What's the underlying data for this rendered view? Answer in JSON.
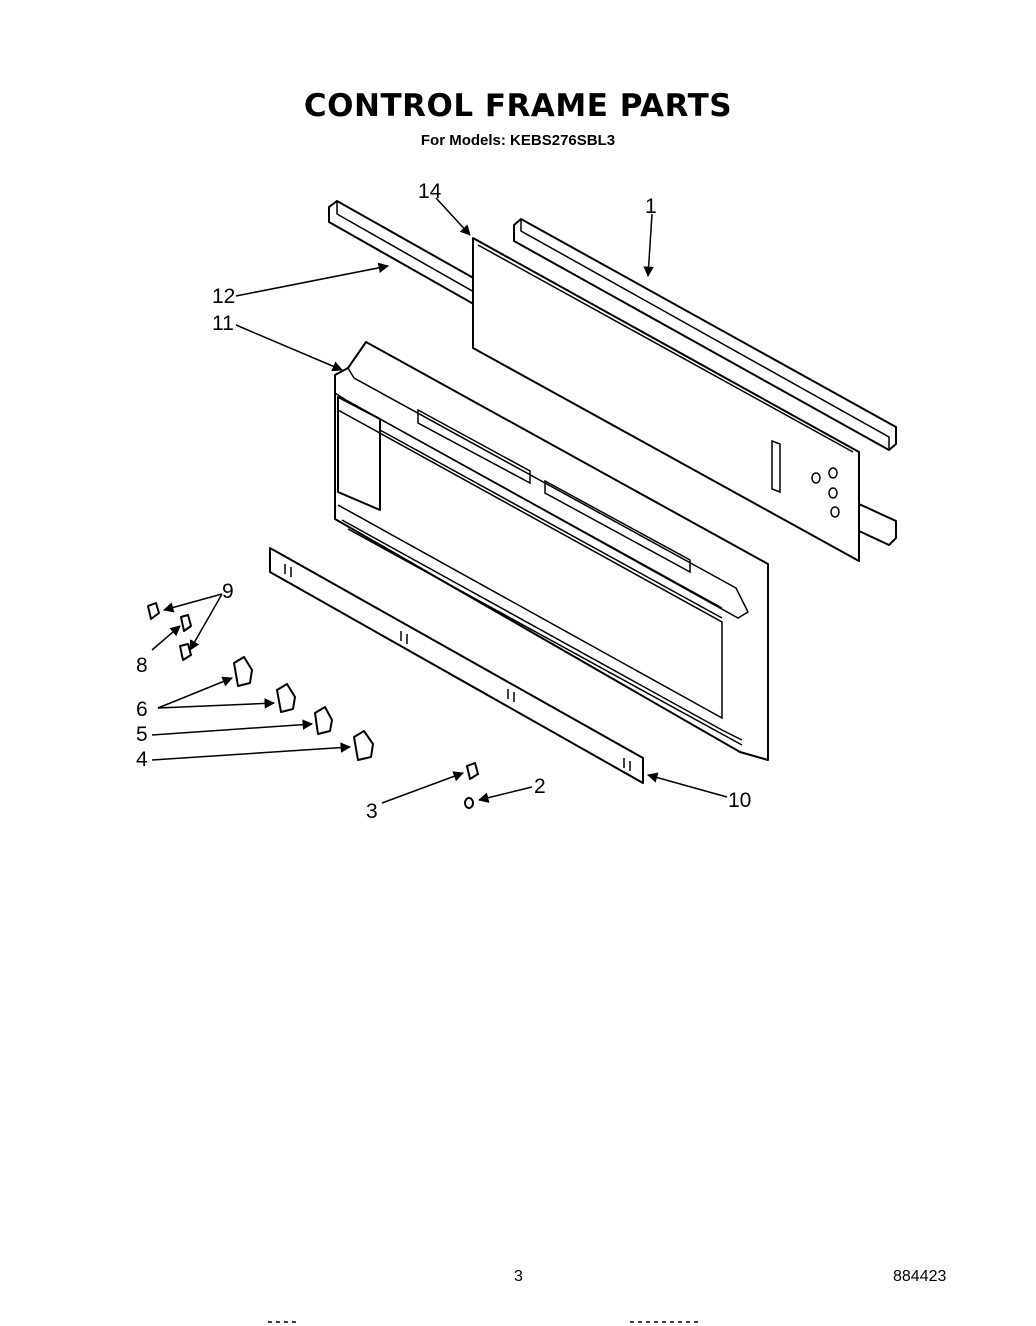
{
  "header": {
    "title": "CONTROL FRAME PARTS",
    "subtitle": "For Models: KEBS276SBL3"
  },
  "callouts": [
    {
      "id": "c1",
      "label": "1"
    },
    {
      "id": "c2",
      "label": "2"
    },
    {
      "id": "c3",
      "label": "3"
    },
    {
      "id": "c4",
      "label": "4"
    },
    {
      "id": "c5",
      "label": "5"
    },
    {
      "id": "c6",
      "label": "6"
    },
    {
      "id": "c8",
      "label": "8"
    },
    {
      "id": "c9",
      "label": "9"
    },
    {
      "id": "c10",
      "label": "10"
    },
    {
      "id": "c11",
      "label": "11"
    },
    {
      "id": "c12",
      "label": "12"
    },
    {
      "id": "c14",
      "label": "14"
    }
  ],
  "footer": {
    "page_number": "3",
    "document_id": "884423"
  }
}
